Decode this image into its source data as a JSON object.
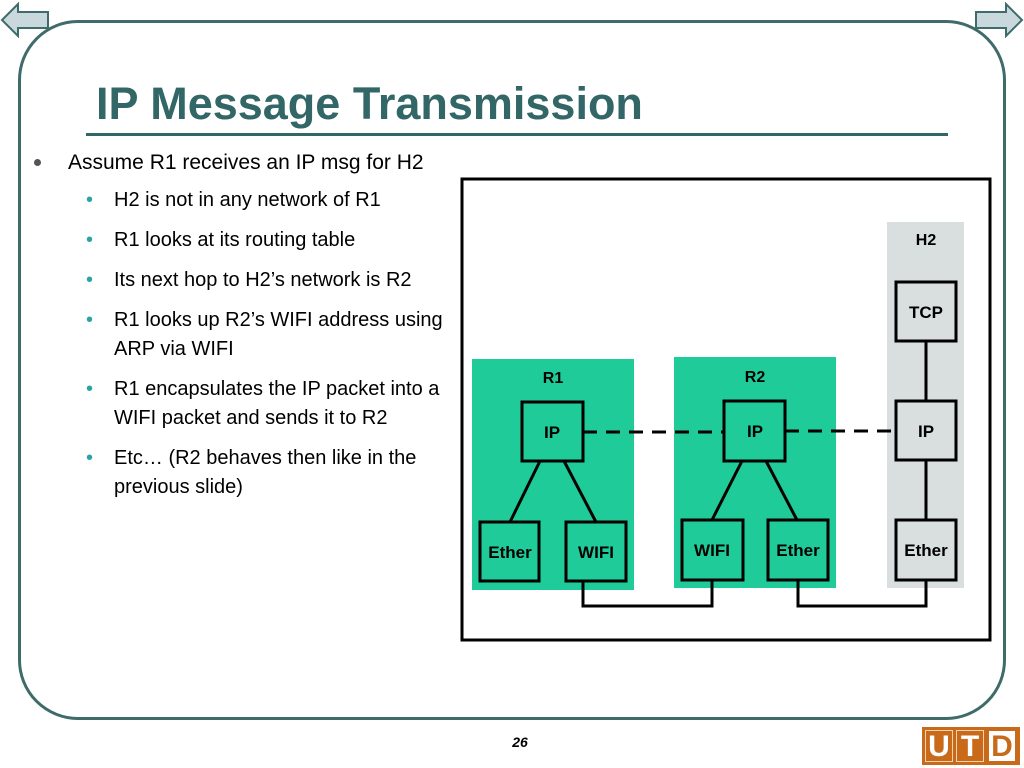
{
  "title": "IP Message Transmission",
  "bullets": {
    "main": "Assume R1 receives an IP msg for H2",
    "sub": [
      "H2 is not in any network of R1",
      "R1 looks at its routing table",
      "Its next hop to H2’s network is R2",
      "R1 looks up R2’s WIFI address using ARP via WIFI",
      "R1 encapsulates the IP packet into a WIFI packet and sends it to R2",
      "Etc… (R2 behaves then like in the previous slide)"
    ]
  },
  "diagram": {
    "groups": [
      {
        "label": "R1",
        "color": "#1fcc99"
      },
      {
        "label": "R2",
        "color": "#1fcc99"
      },
      {
        "label": "H2",
        "color": "#d9dedf"
      }
    ],
    "nodes": {
      "r1_ip": "IP",
      "r1_ether": "Ether",
      "r1_wifi": "WIFI",
      "r2_ip": "IP",
      "r2_wifi": "WIFI",
      "r2_ether": "Ether",
      "h2_tcp": "TCP",
      "h2_ip": "IP",
      "h2_ether": "Ether"
    }
  },
  "page_number": "26",
  "logo": {
    "letters": [
      "U",
      "T",
      "D"
    ],
    "color": "#c96a1a"
  },
  "icons": {
    "nav_left": "arrow-left-icon",
    "nav_right": "arrow-right-icon"
  }
}
